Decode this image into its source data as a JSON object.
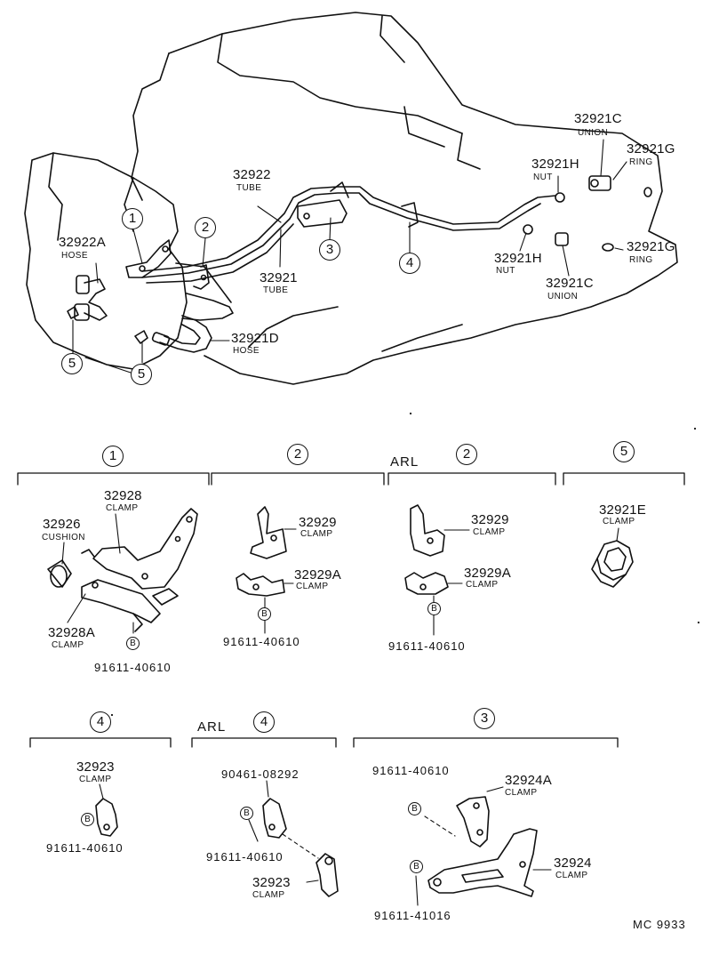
{
  "diagram": {
    "code": "MC 9933",
    "overview": {
      "callouts": [
        "1",
        "2",
        "3",
        "4",
        "5",
        "5"
      ],
      "parts": [
        {
          "number": "32922A",
          "name": "HOSE"
        },
        {
          "number": "32922",
          "name": "TUBE"
        },
        {
          "number": "32921",
          "name": "TUBE"
        },
        {
          "number": "32921D",
          "name": "HOSE"
        },
        {
          "number": "32921C",
          "name": "UNION"
        },
        {
          "number": "32921G",
          "name": "RING"
        },
        {
          "number": "32921H",
          "name": "NUT"
        },
        {
          "number": "32921H",
          "name": "NUT"
        },
        {
          "number": "32921C",
          "name": "UNION"
        },
        {
          "number": "32921G",
          "name": "RING"
        }
      ]
    },
    "details": [
      {
        "callout": "1",
        "label": "",
        "parts": [
          {
            "number": "32928",
            "name": "CLAMP"
          },
          {
            "number": "32926",
            "name": "CUSHION"
          },
          {
            "number": "32928A",
            "name": "CLAMP"
          },
          {
            "number": "91611-40610",
            "name": ""
          }
        ]
      },
      {
        "callout": "2",
        "label": "",
        "parts": [
          {
            "number": "32929",
            "name": "CLAMP"
          },
          {
            "number": "32929A",
            "name": "CLAMP"
          },
          {
            "number": "91611-40610",
            "name": ""
          }
        ]
      },
      {
        "callout": "2",
        "label": "ARL",
        "parts": [
          {
            "number": "32929",
            "name": "CLAMP"
          },
          {
            "number": "32929A",
            "name": "CLAMP"
          },
          {
            "number": "91611-40610",
            "name": ""
          }
        ]
      },
      {
        "callout": "5",
        "label": "",
        "parts": [
          {
            "number": "32921E",
            "name": "CLAMP"
          }
        ]
      },
      {
        "callout": "4",
        "label": "",
        "parts": [
          {
            "number": "32923",
            "name": "CLAMP"
          },
          {
            "number": "91611-40610",
            "name": ""
          }
        ]
      },
      {
        "callout": "4",
        "label": "ARL",
        "parts": [
          {
            "number": "90461-08292",
            "name": ""
          },
          {
            "number": "91611-40610",
            "name": ""
          },
          {
            "number": "32923",
            "name": "CLAMP"
          }
        ]
      },
      {
        "callout": "3",
        "label": "",
        "parts": [
          {
            "number": "91611-40610",
            "name": ""
          },
          {
            "number": "32924A",
            "name": "CLAMP"
          },
          {
            "number": "91611-41016",
            "name": ""
          },
          {
            "number": "32924",
            "name": "CLAMP"
          }
        ]
      }
    ],
    "bolt_mark": "B"
  }
}
